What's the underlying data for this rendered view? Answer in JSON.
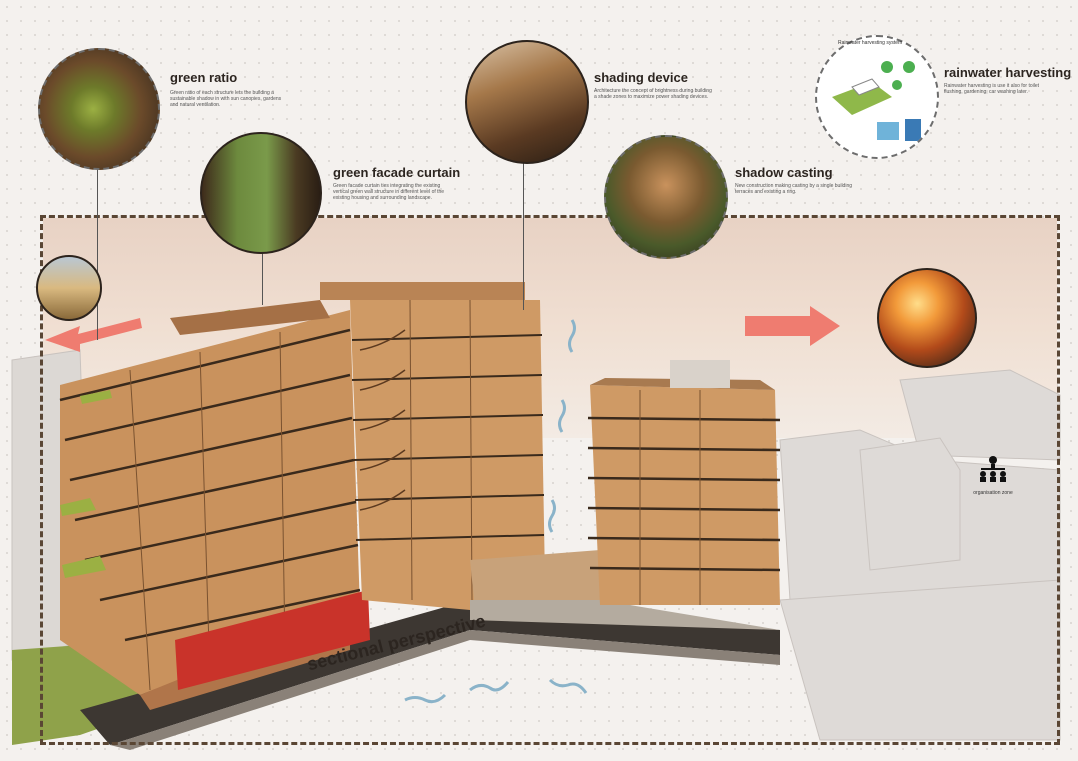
{
  "callouts": {
    "green_ratio": {
      "title": "green ratio",
      "desc": "Green ratio of each structure lets the building a sustainable shadow in with sun canopies, gardens and natural ventilation."
    },
    "green_facade": {
      "title": "green facade curtain",
      "desc": "Green facade curtain ties integrating the existing vertical green wall structure in different level of the existing housing and surrounding landscape."
    },
    "shading_device": {
      "title": "shading device",
      "desc": "Architecture the concept of brightness during building a shade zones to maximize power shading devices."
    },
    "shadow_casting": {
      "title": "shadow casting",
      "desc": "New construction making casting by a single building terraces and existing a ring."
    },
    "rainwater": {
      "title": "rainwater harvesting",
      "desc": "Rainwater harvesting is use it also for toilet flushing, gardening, car washing later.",
      "inset_label": "Rainwater harvesting system"
    }
  },
  "section_label": "sectional perspective",
  "organization": {
    "label": "organisation zone",
    "icon": "hierarchy-icon"
  },
  "colors": {
    "frame": "#5a4634",
    "timber": "#c9925d",
    "arrow": "#ef7c70",
    "red_block": "#c9332a",
    "green": "#9bb043"
  }
}
